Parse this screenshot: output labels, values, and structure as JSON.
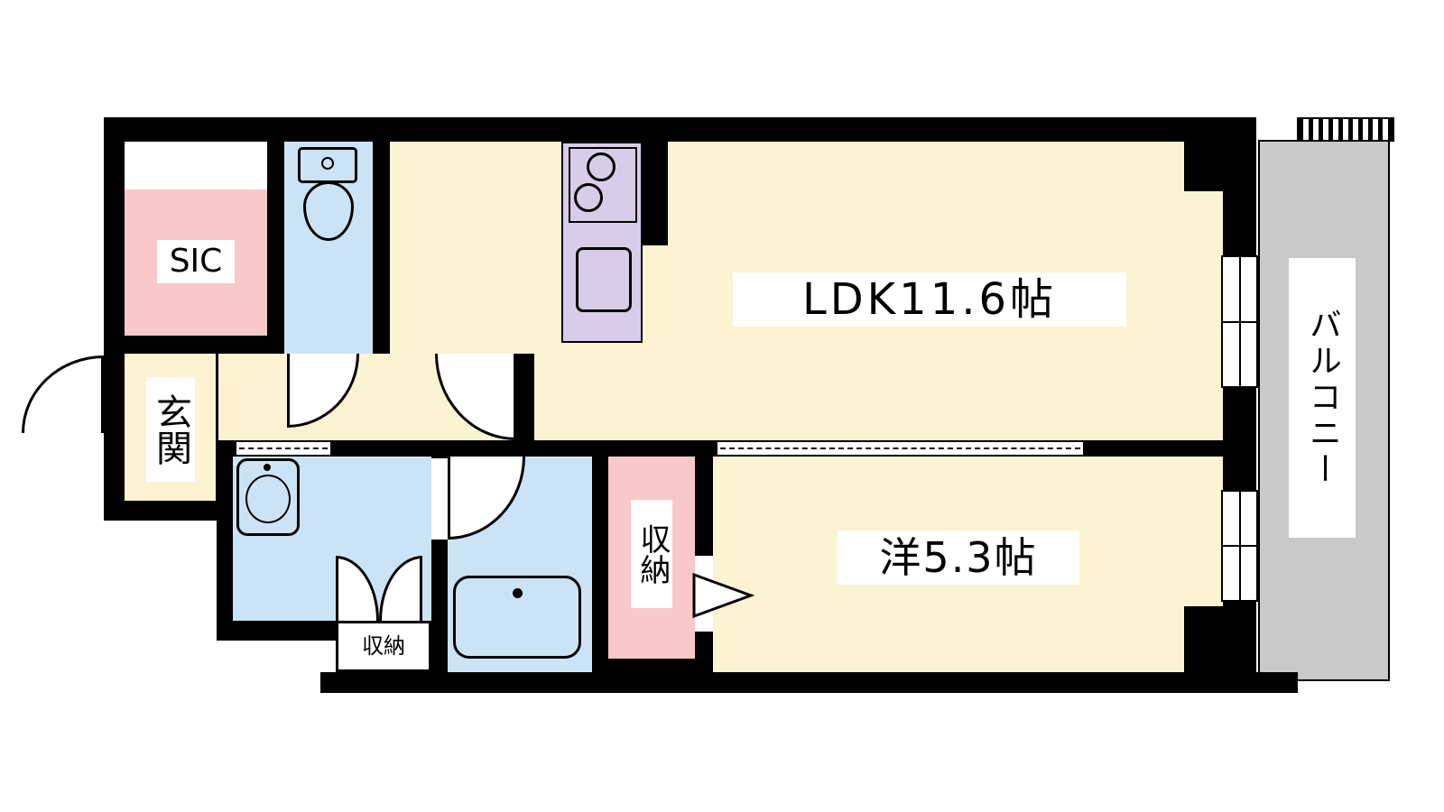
{
  "rooms": {
    "ldk": "LDK11.6帖",
    "western": "洋5.3帖",
    "balcony": "バルコニー",
    "sic": "SIC",
    "entrance": "玄関",
    "closet": "収納",
    "storage": "収納"
  },
  "colors": {
    "wall": "#000000",
    "room_floor": "#FCF3D2",
    "wet_area": "#CBE3F5",
    "closet_pink": "#F9C9C9",
    "kitchen_counter": "#D9CCE8",
    "balcony_gray": "#C9C9C9",
    "background": "#FFFFFF"
  }
}
